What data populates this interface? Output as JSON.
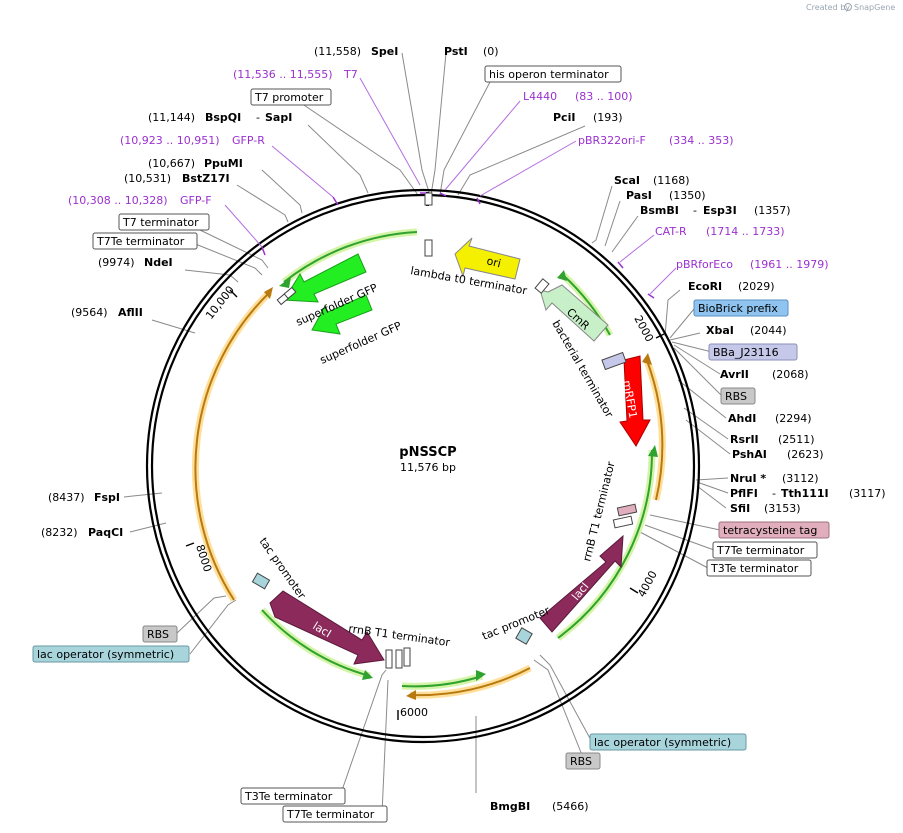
{
  "watermark": {
    "created_by": "Created by",
    "brand": "SnapGene"
  },
  "plasmid": {
    "name": "pNSSCP",
    "length_label": "11,576 bp",
    "length": 11576
  },
  "ticks": [
    {
      "position": 2000,
      "label": "2000"
    },
    {
      "position": 4000,
      "label": "4000"
    },
    {
      "position": 6000,
      "label": "6000"
    },
    {
      "position": 8000,
      "label": "8000"
    },
    {
      "position": 10000,
      "label": "10,000"
    }
  ],
  "sites": [
    {
      "name": "SpeI",
      "pos": "(11,558)"
    },
    {
      "name": "PstI",
      "pos": "(0)"
    },
    {
      "name": "PciI",
      "pos": "(193)"
    },
    {
      "name": "BspQI",
      "name2": "SapI",
      "pos": "(11,144)"
    },
    {
      "name": "PpuMI",
      "pos": "(10,667)"
    },
    {
      "name": "BstZ17I",
      "pos": "(10,531)"
    },
    {
      "name": "NdeI",
      "pos": "(9974)"
    },
    {
      "name": "AflII",
      "pos": "(9564)"
    },
    {
      "name": "ScaI",
      "pos": "(1168)"
    },
    {
      "name": "PasI",
      "pos": "(1350)"
    },
    {
      "name": "BsmBI",
      "name2": "Esp3I",
      "pos": "(1357)"
    },
    {
      "name": "EcoRI",
      "pos": "(2029)"
    },
    {
      "name": "XbaI",
      "pos": "(2044)"
    },
    {
      "name": "AvrII",
      "pos": "(2068)"
    },
    {
      "name": "AhdI",
      "pos": "(2294)"
    },
    {
      "name": "RsrII",
      "pos": "(2511)"
    },
    {
      "name": "PshAI",
      "pos": "(2623)"
    },
    {
      "name": "NruI *",
      "pos": "(3112)"
    },
    {
      "name": "PflFI",
      "name2": "Tth111I",
      "pos": "(3117)"
    },
    {
      "name": "SfiI",
      "pos": "(3153)"
    },
    {
      "name": "FspI",
      "pos": "(8437)"
    },
    {
      "name": "PaqCI",
      "pos": "(8232)"
    },
    {
      "name": "BmgBI",
      "pos": "(5466)"
    }
  ],
  "primers": [
    {
      "name": "T7",
      "range": "(11,536 .. 11,555)"
    },
    {
      "name": "L4440",
      "range": "(83 .. 100)"
    },
    {
      "name": "pBR322ori-F",
      "range": "(334 .. 353)"
    },
    {
      "name": "GFP-R",
      "range": "(10,923 .. 10,951)"
    },
    {
      "name": "GFP-F",
      "range": "(10,308 .. 10,328)"
    },
    {
      "name": "CAT-R",
      "range": "(1714 .. 1733)"
    },
    {
      "name": "pBRforEco",
      "range": "(1961 .. 1979)"
    }
  ],
  "boxed_features": [
    {
      "label": "his operon terminator",
      "fill": "#ffffff"
    },
    {
      "label": "T7 promoter",
      "fill": "#ffffff"
    },
    {
      "label": "T7 terminator",
      "fill": "#ffffff"
    },
    {
      "label": "T7Te terminator",
      "fill": "#ffffff"
    },
    {
      "label": "BioBrick prefix",
      "fill": "#8ec4ef"
    },
    {
      "label": "BBa_J23116",
      "fill": "#c5c8e8"
    },
    {
      "label": "RBS",
      "fill": "#c8c8c8"
    },
    {
      "label": "tetracysteine tag",
      "fill": "#e0aebd"
    },
    {
      "label": "T7Te terminator",
      "fill": "#ffffff"
    },
    {
      "label": "T3Te terminator",
      "fill": "#ffffff"
    },
    {
      "label": "RBS",
      "fill": "#c8c8c8"
    },
    {
      "label": "lac operator (symmetric)",
      "fill": "#a8d4dc"
    },
    {
      "label": "lac operator (symmetric)",
      "fill": "#a8d4dc"
    },
    {
      "label": "RBS",
      "fill": "#c8c8c8"
    },
    {
      "label": "T3Te terminator",
      "fill": "#ffffff"
    },
    {
      "label": "T7Te terminator",
      "fill": "#ffffff"
    }
  ],
  "feature_labels": [
    {
      "text": "lambda t0 terminator"
    },
    {
      "text": "superfolder GFP"
    },
    {
      "text": "superfolder GFP"
    },
    {
      "text": "bacterial terminator"
    },
    {
      "text": "rrnB T1 terminator"
    },
    {
      "text": "tac promoter"
    },
    {
      "text": "rrnB T1 terminator"
    },
    {
      "text": "tac promoter"
    }
  ],
  "arrows": [
    {
      "label": "ori",
      "color": "#f5f000",
      "text_color": "#000000"
    },
    {
      "label": "CmR",
      "color": "#c8f0c8",
      "text_color": "#000000"
    },
    {
      "label": "mRFP1",
      "color": "#ff0000",
      "text_color": "#ffffff"
    },
    {
      "label": "lacI",
      "color": "#8c2a5c",
      "text_color": "#ffffff"
    },
    {
      "label": "lacI",
      "color": "#8c2a5c",
      "text_color": "#ffffff"
    },
    {
      "label": "",
      "color": "#22ee22",
      "text_color": "#000000"
    },
    {
      "label": "",
      "color": "#22ee22",
      "text_color": "#000000"
    }
  ],
  "colors": {
    "backbone": "#000000",
    "site_line": "#888888",
    "primer": "#9b30d0",
    "orf_green": "#2fa22f",
    "orf_green_halo": "#d4f5a8",
    "orf_orange": "#b87a10",
    "orf_orange_halo": "#ffdf9a"
  }
}
